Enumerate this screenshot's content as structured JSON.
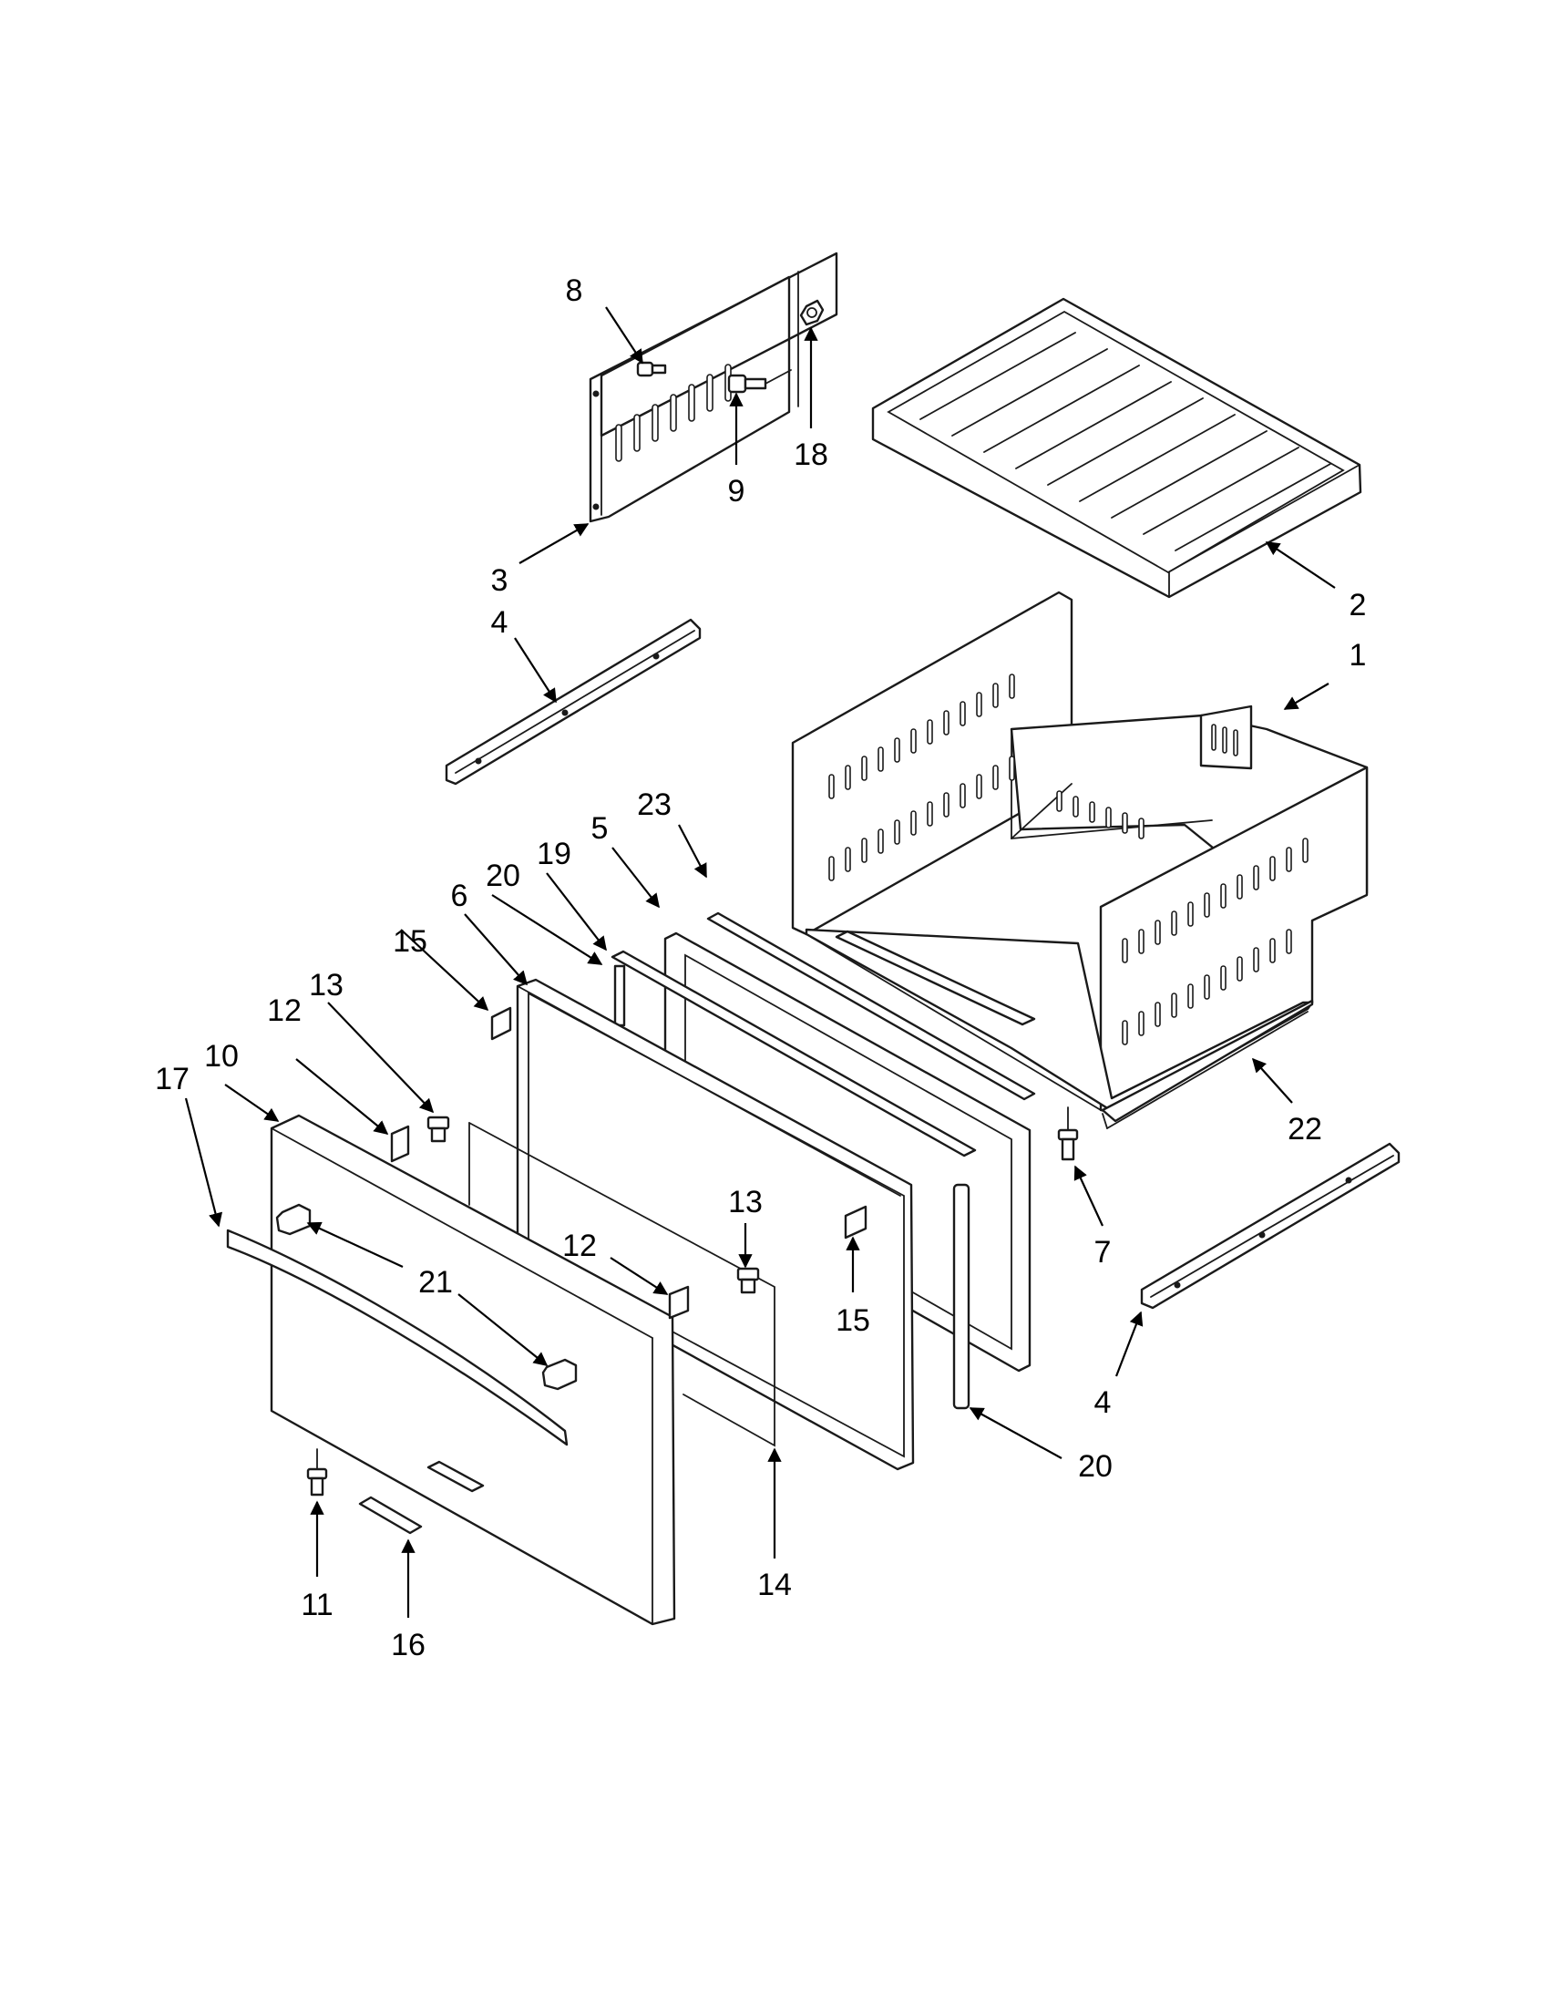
{
  "diagram": {
    "colors": {
      "line": "#1a1a1a",
      "background": "#ffffff"
    },
    "callouts": [
      {
        "id": "c8",
        "label": "8"
      },
      {
        "id": "c9",
        "label": "9"
      },
      {
        "id": "c18",
        "label": "18"
      },
      {
        "id": "c3",
        "label": "3"
      },
      {
        "id": "c2",
        "label": "2"
      },
      {
        "id": "c1",
        "label": "1"
      },
      {
        "id": "c4a",
        "label": "4"
      },
      {
        "id": "c23",
        "label": "23"
      },
      {
        "id": "c5",
        "label": "5"
      },
      {
        "id": "c19",
        "label": "19"
      },
      {
        "id": "c20a",
        "label": "20"
      },
      {
        "id": "c6",
        "label": "6"
      },
      {
        "id": "c15a",
        "label": "15"
      },
      {
        "id": "c13a",
        "label": "13"
      },
      {
        "id": "c12a",
        "label": "12"
      },
      {
        "id": "c10",
        "label": "10"
      },
      {
        "id": "c17",
        "label": "17"
      },
      {
        "id": "c22",
        "label": "22"
      },
      {
        "id": "c7",
        "label": "7"
      },
      {
        "id": "c13b",
        "label": "13"
      },
      {
        "id": "c12b",
        "label": "12"
      },
      {
        "id": "c21",
        "label": "21"
      },
      {
        "id": "c15b",
        "label": "15"
      },
      {
        "id": "c4b",
        "label": "4"
      },
      {
        "id": "c20b",
        "label": "20"
      },
      {
        "id": "c14",
        "label": "14"
      },
      {
        "id": "c11",
        "label": "11"
      },
      {
        "id": "c16",
        "label": "16"
      }
    ]
  }
}
